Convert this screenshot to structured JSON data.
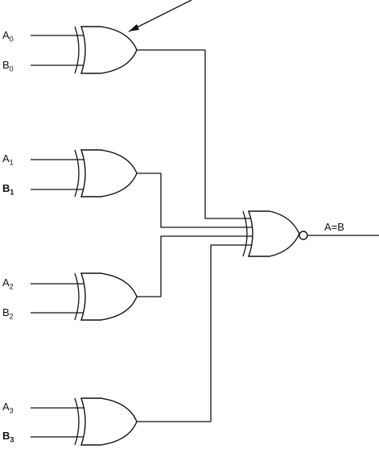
{
  "diagram": {
    "inputs": [
      {
        "letter": "A",
        "index": "0"
      },
      {
        "letter": "B",
        "index": "0"
      },
      {
        "letter": "A",
        "index": "1"
      },
      {
        "letter": "B",
        "index": "1"
      },
      {
        "letter": "A",
        "index": "2"
      },
      {
        "letter": "B",
        "index": "2"
      },
      {
        "letter": "A",
        "index": "3"
      },
      {
        "letter": "B",
        "index": "3"
      }
    ],
    "output_label": "A=B",
    "gates": {
      "xor_count": 4,
      "output_gate": "xnor-nor"
    }
  }
}
